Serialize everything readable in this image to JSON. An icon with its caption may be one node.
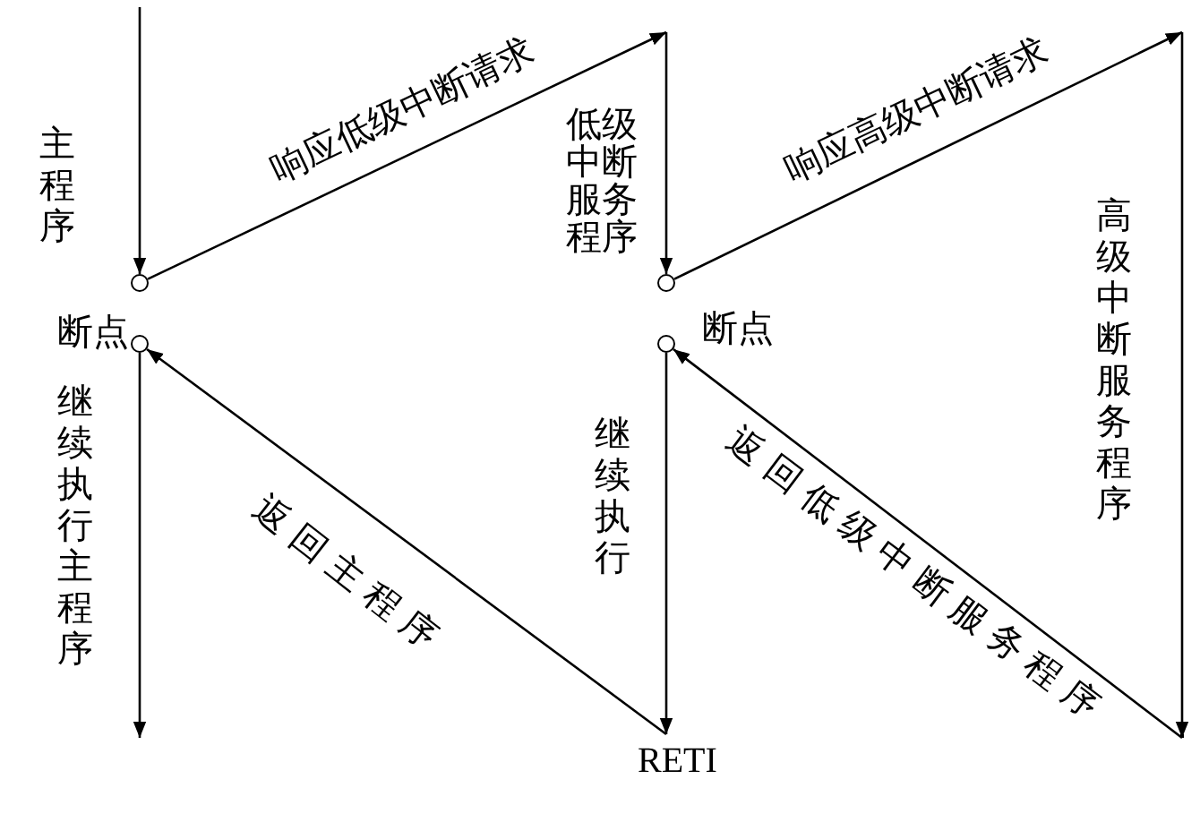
{
  "diagram": {
    "nodes": [
      {
        "text": [],
        "shape": "circle",
        "beside": [
          "断点"
        ]
      },
      {
        "text": [],
        "shape": "circle"
      },
      {
        "text": [],
        "shape": "circle",
        "beside": [
          "断点"
        ]
      },
      {
        "text": [],
        "shape": "circle"
      },
      {
        "text": [
          "RETI"
        ]
      },
      {
        "text": [],
        "shape": "point"
      }
    ],
    "edges": [
      {
        "from": null,
        "to": 0,
        "arrow": "to",
        "label": "主程序"
      },
      {
        "from": 0,
        "to": null,
        "arrow": "to",
        "label": "响应低级中断请求"
      },
      {
        "from": null,
        "to": 2,
        "arrow": "to",
        "label": "低级中断服务程序"
      },
      {
        "from": 2,
        "to": null,
        "arrow": "to",
        "label": "响应高级中断请求"
      },
      {
        "from": null,
        "to": 5,
        "arrow": "to",
        "label": "高级中断服务程序"
      },
      {
        "from": 5,
        "to": 3,
        "arrow": "to",
        "label": "返回低级中断服务程序"
      },
      {
        "from": 3,
        "to": 4,
        "arrow": "to",
        "label": "继续执行"
      },
      {
        "from": 4,
        "to": 1,
        "arrow": "to",
        "label": "返回主程序"
      },
      {
        "from": 1,
        "to": null,
        "arrow": "to",
        "label": "继续执行主程序"
      }
    ]
  }
}
